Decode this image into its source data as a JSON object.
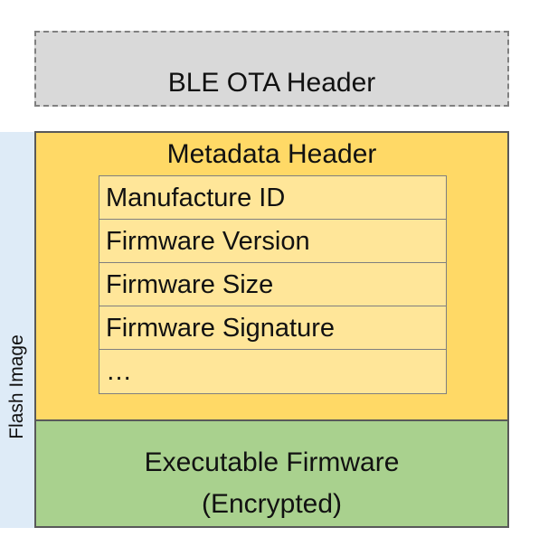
{
  "ota_header": {
    "label": "BLE OTA Header",
    "fill": "#d9d9d9"
  },
  "flash_image": {
    "label": "Flash Image",
    "fill": "#deebf7"
  },
  "metadata": {
    "title": "Metadata Header",
    "fill": "#ffd966",
    "fields": [
      "Manufacture ID",
      "Firmware Version",
      "Firmware Size",
      "Firmware Signature",
      "…"
    ],
    "field_fill": "#ffe699"
  },
  "firmware": {
    "line1": "Executable Firmware",
    "line2": "(Encrypted)",
    "fill": "#a9d18e"
  }
}
